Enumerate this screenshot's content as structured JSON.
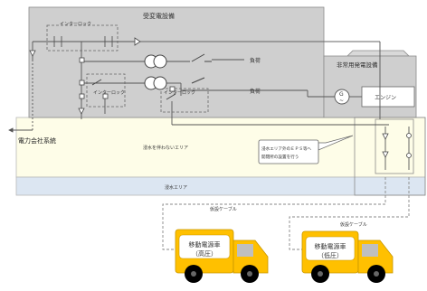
{
  "titles": {
    "substation": "受変電設備",
    "emergency_generator": "非常用発電設備",
    "engine": "エンジン",
    "generator_symbol": "G",
    "generator_wave": "~",
    "utility_grid": "電力会社系統"
  },
  "interlocks": {
    "top": "インターロック",
    "middle": "インターロック",
    "right": "インターロック"
  },
  "loads": {
    "load_1": "負荷",
    "load_2": "負荷"
  },
  "zones": {
    "non_flooding": "浸水を伴わないエリア",
    "flooding": "浸水エリア"
  },
  "callout": {
    "line1": "浸水エリア外のＥＰＳ等へ",
    "line2": "開閉所の設置を行う"
  },
  "cables": {
    "left": "仮設ケーブル",
    "right": "仮設ケーブル"
  },
  "trucks": {
    "high_voltage": {
      "line1": "移動電源車",
      "line2": "（高圧）"
    },
    "low_voltage": {
      "line1": "移動電源車",
      "line2": "（低圧）"
    }
  },
  "colors": {
    "building_gray": "#cfcfcf",
    "non_flood_zone": "#fefde8",
    "flood_zone": "#dce6f2",
    "truck_body": "#ffc000",
    "truck_label": "#ffffff",
    "line": "#555555"
  }
}
